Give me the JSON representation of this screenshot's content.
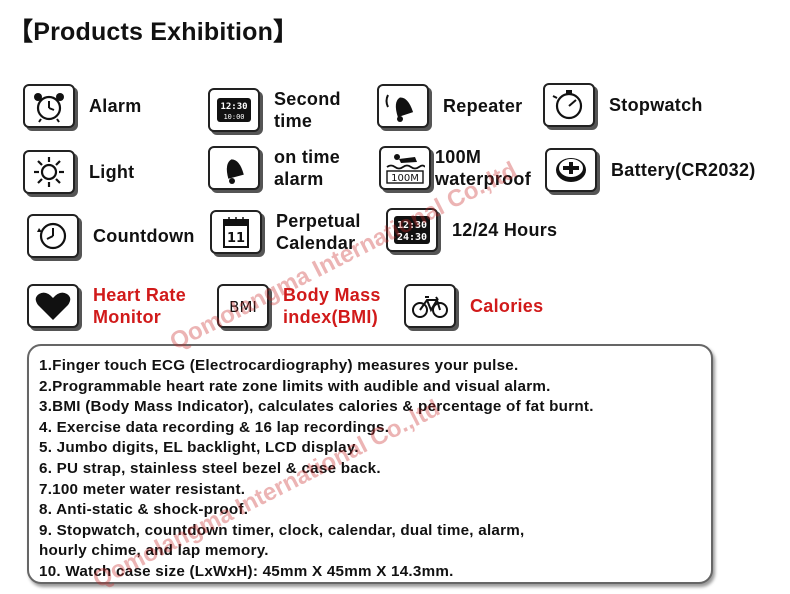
{
  "heading": "【Products Exhibition】",
  "features": [
    {
      "key": "alarm",
      "label": "Alarm",
      "icon": "alarm-clock-icon",
      "red": false
    },
    {
      "key": "second-time",
      "label": "Second\ntime",
      "icon": "digital-clock-icon",
      "red": false
    },
    {
      "key": "repeater",
      "label": "Repeater",
      "icon": "bell-icon",
      "red": false
    },
    {
      "key": "stopwatch",
      "label": "Stopwatch",
      "icon": "stopwatch-icon",
      "red": false
    },
    {
      "key": "light",
      "label": "Light",
      "icon": "sun-icon",
      "red": false
    },
    {
      "key": "on-time-alarm",
      "label": "on time\nalarm",
      "icon": "bell-icon",
      "red": false
    },
    {
      "key": "waterproof",
      "label": "100M\nwaterproof",
      "icon": "swimmer-icon",
      "icon_text": "100M",
      "red": false
    },
    {
      "key": "battery",
      "label": "Battery(CR2032)",
      "icon": "battery-icon",
      "red": false
    },
    {
      "key": "countdown",
      "label": "Countdown",
      "icon": "countdown-icon",
      "red": false
    },
    {
      "key": "perpetual-calendar",
      "label": "Perpetual\nCalendar",
      "icon": "calendar-icon",
      "icon_text": "11",
      "red": false
    },
    {
      "key": "hours-12-24",
      "label": "12/24 Hours",
      "icon": "dual-time-icon",
      "icon_text": "12:30 24:30",
      "red": false
    },
    {
      "key": "heart-rate",
      "label": "Heart Rate\nMonitor",
      "icon": "heart-icon",
      "red": true
    },
    {
      "key": "bmi",
      "label": "Body Mass\nindex(BMI)",
      "icon": "bmi-icon",
      "icon_text": "BMI",
      "red": true
    },
    {
      "key": "calories",
      "label": "Calories",
      "icon": "bicycle-icon",
      "red": true
    }
  ],
  "specs": [
    "1.Finger touch ECG (Electrocardiography) measures your pulse.",
    "2.Programmable heart rate zone limits with audible and visual alarm.",
    "3.BMI (Body Mass Indicator), calculates calories & percentage of fat burnt.",
    "4. Exercise data recording & 16 lap recordings.",
    "5. Jumbo digits, EL backlight, LCD display.",
    "6. PU strap, stainless steel bezel & case back.",
    "7.100 meter water resistant.",
    "8. Anti-static & shock-proof.",
    "9. Stopwatch, countdown timer, clock, calendar, dual time, alarm,",
    "hourly chime, and lap memory.",
    "10. Watch case size (LxWxH): 45mm X 45mm X 14.3mm."
  ],
  "watermarks": [
    "Qomolangma International Co.,ltd",
    "Qomolangma International Co.,ltd"
  ],
  "colors": {
    "highlight": "#d11a1a",
    "text": "#111111",
    "watermark": "#c82828"
  }
}
